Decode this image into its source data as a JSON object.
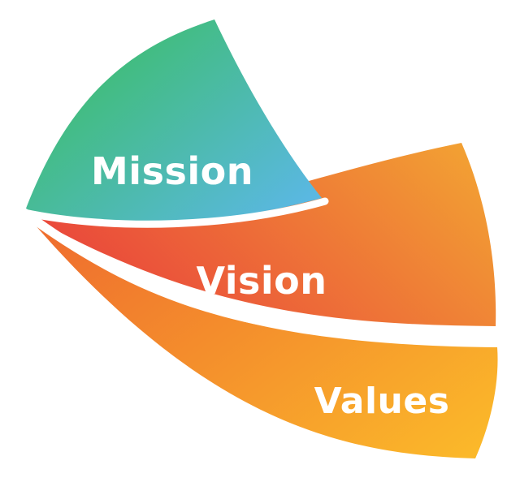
{
  "diagram": {
    "petals": [
      {
        "label": "Mission",
        "colors": [
          "#3dbd6c",
          "#5ab8e2"
        ]
      },
      {
        "label": "Vision",
        "colors": [
          "#e9413c",
          "#f2a033"
        ]
      },
      {
        "label": "Values",
        "colors": [
          "#ef6f2e",
          "#fbb82a"
        ]
      }
    ]
  }
}
